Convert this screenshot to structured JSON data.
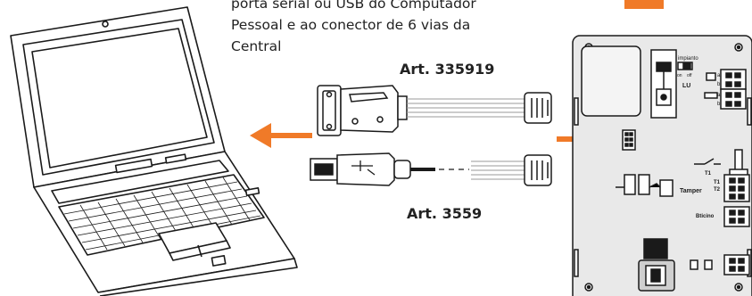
{
  "caption": {
    "lines": [
      "porta serial ou USB do Computador",
      "Pessoal e ao conector de 6 vias da",
      "Central"
    ]
  },
  "cables": {
    "serial_label": "Art. 335919",
    "usb_label": "Art. 3559"
  },
  "panel": {
    "impianto_label": "impianto",
    "on_label": "on",
    "off_label": "off",
    "lu_label": "LU",
    "t1_label": "T1",
    "tamper_label": "Tamper",
    "t1_stack_label": "T1",
    "t2_label": "T2",
    "brand_label": "Bticino",
    "a_label_1": "a",
    "b_label_1": "b",
    "a_label_2": "a",
    "b_label_2": "b"
  },
  "colors": {
    "arrow": "#f07a28",
    "accent_square": "#f07a28",
    "line": "#1a1a1a",
    "panel_fill": "#e9e9e9"
  },
  "icons": [
    "laptop-icon",
    "serial-connector-icon",
    "usb-connector-icon",
    "rj-plug-icon",
    "control-panel-icon"
  ]
}
